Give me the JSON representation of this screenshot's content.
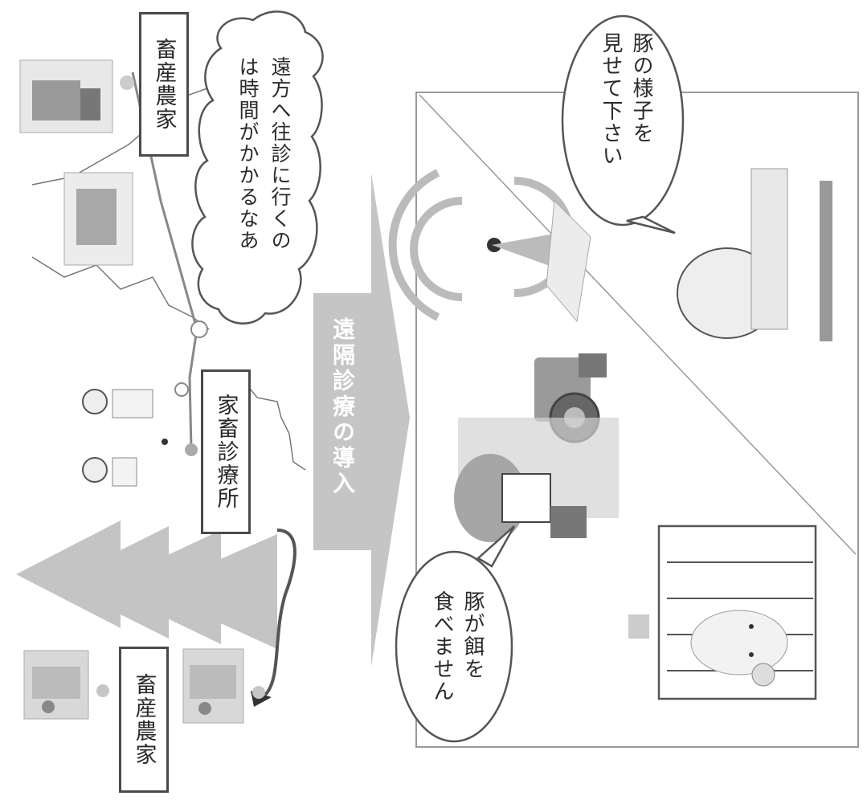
{
  "labels": {
    "farmer_top": "畜産農家",
    "farmer_bottom": "畜産農家",
    "clinic": "家畜診療所",
    "banner": "遠隔診療の導入"
  },
  "bubbles": {
    "cloud": [
      "遠方へ往診に行くの",
      "は時間がかかるなあ"
    ],
    "vet_request": [
      "豚の様子を",
      "見せて下さい"
    ],
    "farmer_report": [
      "豚が餌を",
      "食べません"
    ]
  }
}
